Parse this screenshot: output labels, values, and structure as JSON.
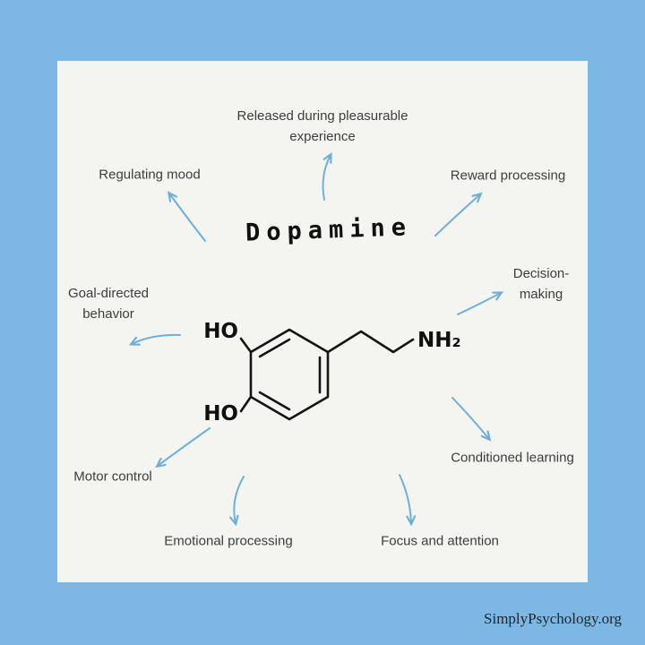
{
  "page": {
    "title": "Dopamine",
    "footer": "SimplyPsychology.org"
  },
  "molecule": {
    "ho_top": "HO",
    "ho_bottom": "HO",
    "amine": "NH₂"
  },
  "labels": [
    {
      "text": "Released during pleasurable experience"
    },
    {
      "text": "Reward processing"
    },
    {
      "text": "Regulating mood"
    },
    {
      "text": "Decision-making"
    },
    {
      "text": "Goal-directed behavior"
    },
    {
      "text": "Conditioned learning"
    },
    {
      "text": "Motor control"
    },
    {
      "text": "Focus and attention"
    },
    {
      "text": "Emotional processing"
    }
  ],
  "colors": {
    "background": "#7cb8e3",
    "card": "#f4f4f0",
    "arrow": "#6fafd9",
    "structure_ink": "#141414",
    "label_text": "#3d3d3d"
  }
}
